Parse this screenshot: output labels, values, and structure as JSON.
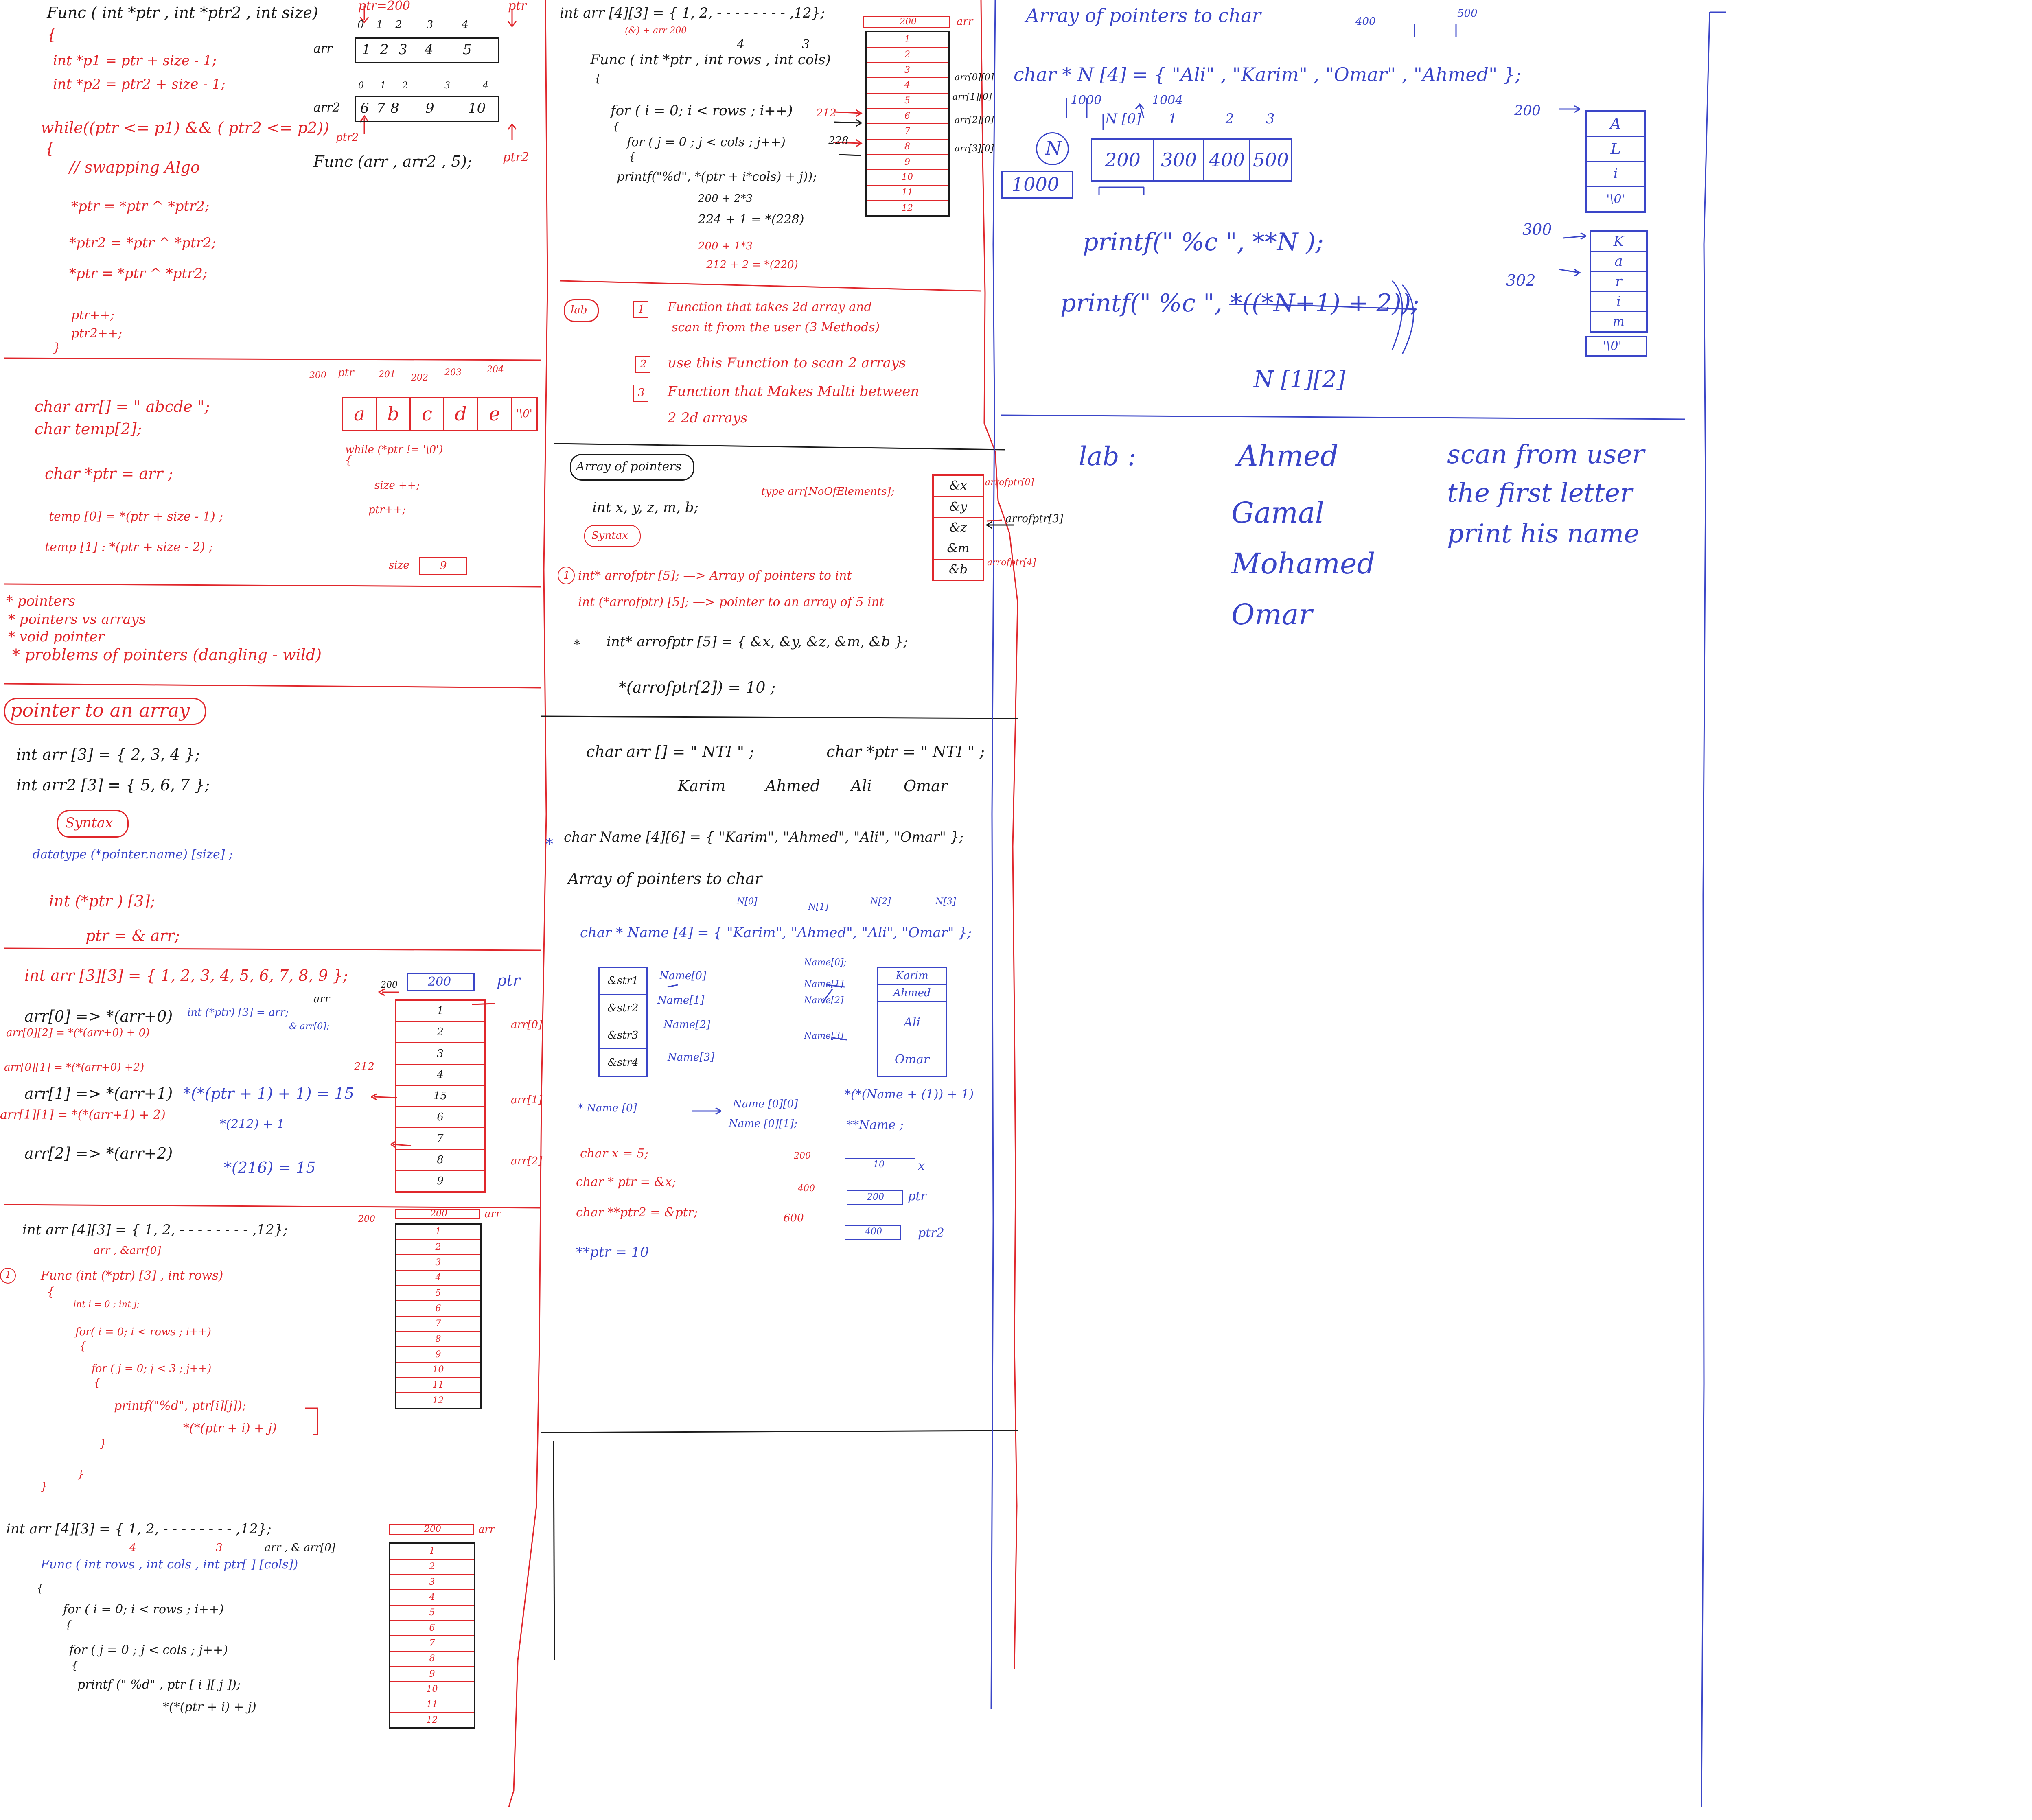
{
  "col1": {
    "swap": {
      "sig": "Func ( int *ptr , int *ptr2 , int size)",
      "annot_ptr200": "ptr=200",
      "annot_ptr": "ptr",
      "idx1": [
        "0",
        "1",
        "2",
        "3",
        "4"
      ],
      "arr_label": "arr",
      "arr_vals": [
        "1",
        "2",
        "3",
        "4",
        "5"
      ],
      "idx2": [
        "0",
        "1",
        "2",
        "3",
        "4"
      ],
      "arr2_label": "arr2",
      "arr2_vals": [
        "6",
        "7",
        "8",
        "9",
        "10"
      ],
      "brace": "{",
      "p1": "int *p1 =   ptr + size - 1;",
      "p2": "int *p2 =  ptr2 + size - 1;",
      "while": "while((ptr <= p1) && ( ptr2 <= p2))",
      "brace2": "{",
      "comment": "// swapping  Algo",
      "l1": "*ptr  =   *ptr   ^ *ptr2;",
      "l2": "*ptr2 =  *ptr   ^ *ptr2;",
      "l3": "*ptr  =   *ptr   ^ *ptr2;",
      "inc1": "ptr++;",
      "inc2": "ptr2++;",
      "close": "}",
      "ptr2_arrow": "ptr2",
      "ptr2_right": "ptr2",
      "call": "Func (arr , arr2 , 5);"
    },
    "chararr": {
      "addr": [
        "200",
        "201",
        "202",
        "203",
        "204"
      ],
      "ptr_lbl": "ptr",
      "cells": [
        "a",
        "b",
        "c",
        "d",
        "e"
      ],
      "nul": "'\\0'",
      "decl1": "char    arr[] = \" abcde \";",
      "decl2": "char    temp[2];",
      "decl3": "char *ptr = arr ;",
      "t0": "temp [0] =   *(ptr + size - 1) ;",
      "t1": "temp [1] :   *(ptr + size - 2) ;",
      "wh": "while (*ptr != '\\0')",
      "wh_brace": "{",
      "size_inc": "size ++;",
      "ptr_inc": "ptr++;",
      "size_lbl": "size",
      "size_val": "9"
    },
    "topics": [
      "* pointers",
      "* pointers vs arrays",
      "* void pointer",
      "* problems of pointers (dangling - wild)"
    ],
    "ptr_to_array": {
      "title": "pointer to an array",
      "a1": "int    arr [3] =  { 2, 3, 4 };",
      "a2": "int    arr2 [3] = { 5, 6, 7 };",
      "syntax": "Syntax",
      "dt": "datatype  (*pointer.name)  [size] ;",
      "decl": "int    (*ptr ) [3];",
      "assign": "ptr  =  & arr;"
    },
    "twod": {
      "decl": "int    arr [3][3] = {  1, 2, 3, 4, 5, 6, 7, 8, 9 };",
      "ptr_val": "200",
      "ptr_lbl": "ptr",
      "arr_tag": "arr",
      "addr200": "200",
      "cells": [
        "1",
        "2",
        "3",
        "4",
        "15",
        "6",
        "7",
        "8",
        "9"
      ],
      "r0": "arr[0]  =>  *(arr+0)",
      "r0b": "arr[0][2] = *(*(arr+0) + 0)",
      "r0c": "int  (*ptr) [3] =  arr;",
      "r0d": "& arr[0];",
      "r01": "arr[0][1] =  *(*(arr+0) +2)",
      "r1": "arr[1]  =>  *(arr+1)",
      "r1b": "arr[1][1] = *(*(arr+1) + 2)",
      "r1c": "*(*(ptr + 1) + 1)  = 15",
      "r1d": "*(212) + 1",
      "r2": "arr[2]  =>  *(arr+2)",
      "r2c": "*(216)  = 15",
      "addr212": "212",
      "side": [
        "arr[0]",
        "arr[1]",
        "arr[2]"
      ]
    },
    "method1": {
      "decl": "int   arr [4][3] = {  1, 2,   - - - - - - - - ,12};",
      "addr": "200",
      "arr_lbl": "arr",
      "sub": "arr , &arr[0]",
      "num": "1",
      "func": "Func (int (*ptr) [3] , int  rows)",
      "b1": "{",
      "vars": "int  i = 0 ;  int  j;",
      "for1": "for(  i = 0;  i < rows ;  i++)",
      "b2": "{",
      "for2": "for ( j = 0;  j < 3 ;  j++)",
      "b3": "{",
      "pr": "printf(\"%d\",  ptr[i][j]);",
      "pr2": "*(*(ptr + i) + j)",
      "b4": "}",
      "b5": "}",
      "b6": "}",
      "cells": [
        "1",
        "2",
        "3",
        "4",
        "5",
        "6",
        "7",
        "8",
        "9",
        "10",
        "11",
        "12"
      ]
    },
    "method2": {
      "decl": "int   arr [4][3] = {  1, 2,    - - - - - - - - ,12};",
      "addr": "200",
      "arr_lbl": "arr",
      "n4": "4",
      "n3": "3",
      "sub": "arr , & arr[0]",
      "func": "Func ( int  rows , int  cols , int  ptr[ ] [cols])",
      "b1": "{",
      "for1": "for ( i = 0;  i < rows ;  i++)",
      "b2": "{",
      "for2": "for ( j = 0  ;  j < cols ;  j++)",
      "b3": "{",
      "pr": "printf (\" %d\" , ptr [ i ][ j ]);",
      "pr2": "*(*(ptr + i) + j)",
      "cells": [
        "1",
        "2",
        "3",
        "4",
        "5",
        "6",
        "7",
        "8",
        "9",
        "10",
        "11",
        "12"
      ]
    }
  },
  "col2": {
    "method3": {
      "decl": "int   arr [4][3] = {  1, 2,   - - - - - - - - ,12};",
      "addr": "200",
      "arr_lbl": "arr",
      "annot": "(&) + arr 200",
      "n4": "4",
      "n3": "3",
      "func": "Func ( int *ptr , int  rows , int  cols)",
      "b1": "{",
      "for1": "for ( i = 0;  i < rows ;  i++)",
      "a212": "212",
      "b2": "{",
      "for2": "for ( j = 0 ;  j < cols ;  j++)",
      "a228": "228",
      "b3": "{",
      "pr": "printf(\"%d\", *(ptr + i*cols) + j));",
      "c1": "200 + 2*3",
      "c2": "224  +  1    = *(228)",
      "c3": "200 + 1*3",
      "c4": "212       +  2  = *(220)",
      "cells": [
        "1",
        "2",
        "3",
        "4",
        "5",
        "6",
        "7",
        "8",
        "9",
        "10",
        "11",
        "12"
      ],
      "side": [
        "arr[0][0]",
        "arr[1][0]",
        "arr[2][0]",
        "arr[3][0]"
      ]
    },
    "lab1": {
      "tag": "lab",
      "n1": "1",
      "i1": "Function  that  takes  2d  array  and",
      "i1b": "scan  it  from  the  user   (3 Methods)",
      "n2": "2",
      "i2": "use  this  Function  to  scan  2  arrays",
      "n3": "3",
      "i3": "Function  that  Makes   Multi  between",
      "i3b": "2    2d   arrays"
    },
    "aop": {
      "title": "Array of pointers",
      "vars": "int  x, y, z,  m, b;",
      "type": "type   arr[NoOfElements];",
      "syntax": "Syntax",
      "cells": [
        "&x",
        "&y",
        "&z",
        "&m",
        "&b"
      ],
      "lbl0": "arrofptr[0]",
      "lbl3": "arrofptr[3]",
      "lbl4": "arrofptr[4]",
      "n1": "1",
      "l1": "int*  arrofptr [5];  —>  Array  of  pointers  to  int",
      "l2": "int  (*arrofptr) [5];  —>  pointer  to  an  array  of  5  int",
      "l3": "int*  arrofptr [5] =  { &x, &y, &z, &m, &b };",
      "star": "*",
      "l4": "*(arrofptr[2])  =  10 ;"
    },
    "names": {
      "c1": "char   arr [] = \" NTI \" ;",
      "c2": "char  *ptr  =  \" NTI \" ;",
      "n": [
        "Karim",
        "Ahmed",
        "Ali",
        "Omar"
      ],
      "decl": "char   Name [4][6] = { \"Karim\",  \"Ahmed\",  \"Ali\",  \"Omar\" };",
      "title": "Array of pointers to char",
      "ptrdecl": "char * Name [4] = { \"Karim\",  \"Ahmed\",  \"Ali\",  \"Omar\" };",
      "sub": [
        "N[0]",
        "N[1]",
        "N[2]",
        "N[3]"
      ],
      "strs": [
        "&str1",
        "&str2",
        "&str3",
        "&str4"
      ],
      "nm": [
        "Name[0]",
        "Name[1]",
        "Name[2]",
        "Name[3]"
      ],
      "rnm": [
        "Name[0];",
        "Name[1]",
        "Name[2]",
        "Name[3]"
      ],
      "words": [
        "Karim",
        "Ahmed",
        "Ali",
        "Omar"
      ],
      "e1": "* Name [0]",
      "e2": "Name [0][0]",
      "e3": "Name [0][1];",
      "e4": "*(*(Name + (1)) + 1)",
      "e5": "**Name ;",
      "p1": "char   x = 5;",
      "p2": "char  *  ptr  = &x;",
      "p3": "char  **ptr2 = &ptr;",
      "p4": "**ptr   =  10",
      "a200": "200",
      "v10": "10",
      "x": "x",
      "a400": "400",
      "v200": "200",
      "ptr": "ptr",
      "a600": "600",
      "v400": "400",
      "ptr2": "ptr2"
    }
  },
  "col3": {
    "title": "Array of pointers to char",
    "a400": "400",
    "a500": "500",
    "decl": "char * N      [4] = { \"Ali\" ,  \"Karim\" ,  \"Omar\" ,  \"Ahmed\" };",
    "a1000": "1000",
    "a1004": "1004",
    "hdr": [
      "N [0]",
      "1",
      "2",
      "3"
    ],
    "circle": "N",
    "base": "1000",
    "cells": [
      "200",
      "300",
      "400",
      "500"
    ],
    "a200": "200",
    "ali": [
      "A",
      "L",
      "i",
      "'\\0'"
    ],
    "a300": "300",
    "a302": "302",
    "karim": [
      "K",
      "a",
      "r",
      "i",
      "m"
    ],
    "nul": "'\\0'",
    "pf1": "printf(\" %c \",  **N );",
    "pf2": "printf(\" %c \", *((*N+1) + 2));",
    "n12": "N [1][2]",
    "lab": "lab :",
    "names": [
      "Ahmed",
      "Gamal",
      "Mohamed",
      "Omar"
    ],
    "task": [
      "scan from user",
      "the first letter",
      "print his name"
    ]
  }
}
